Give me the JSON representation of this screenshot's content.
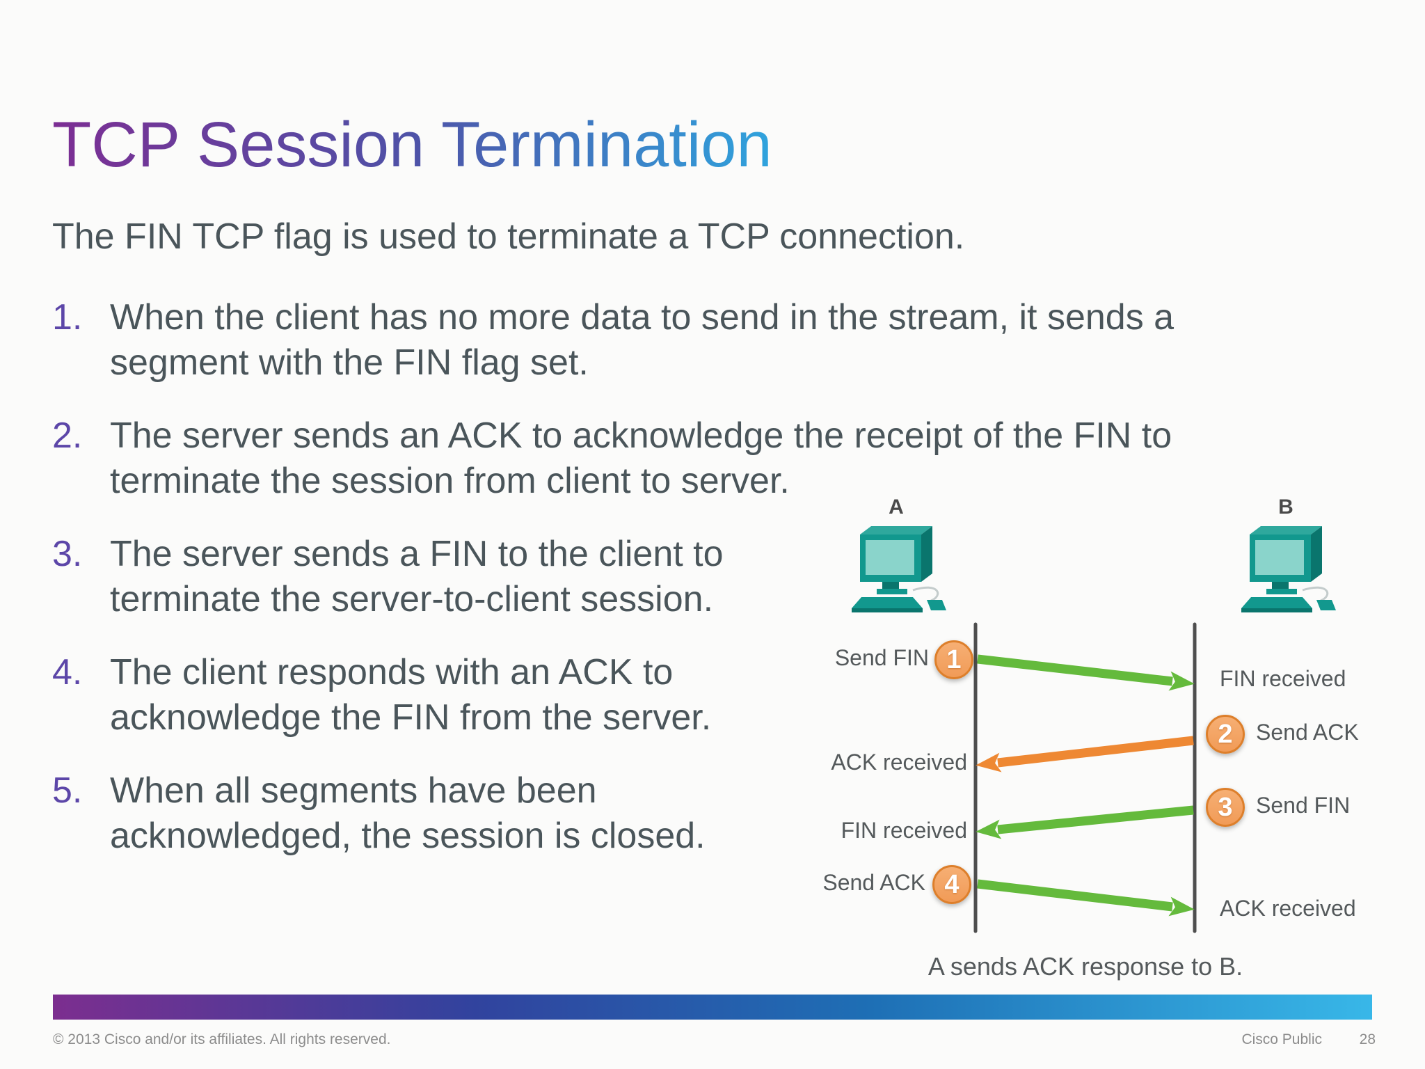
{
  "slide": {
    "title": "TCP Session Termination",
    "intro": "The FIN TCP flag is used to terminate a TCP connection.",
    "list": [
      {
        "num": "1.",
        "text": "When the client has no more data to send in the stream, it sends a\nsegment with the FIN flag set."
      },
      {
        "num": "2.",
        "text": "The server sends an ACK to acknowledge the receipt of the FIN to\nterminate the session from client to server."
      },
      {
        "num": "3.",
        "text": "The server sends a FIN to the client to\nterminate the server-to-client session."
      },
      {
        "num": "4.",
        "text": "The client responds with an ACK to\nacknowledge the FIN from the server."
      },
      {
        "num": "5.",
        "text": "When all segments have been\nacknowledged, the session is closed."
      }
    ]
  },
  "diagram": {
    "host_a": "A",
    "host_b": "B",
    "steps": [
      {
        "n": "1",
        "send_label": "Send FIN",
        "recv_label": "FIN received",
        "direction": "a-to-b",
        "arrow_color": "green"
      },
      {
        "n": "2",
        "send_label": "Send ACK",
        "recv_label": "ACK received",
        "direction": "b-to-a",
        "arrow_color": "orange"
      },
      {
        "n": "3",
        "send_label": "Send FIN",
        "recv_label": "FIN received",
        "direction": "b-to-a",
        "arrow_color": "green"
      },
      {
        "n": "4",
        "send_label": "Send ACK",
        "recv_label": "ACK received",
        "direction": "a-to-b",
        "arrow_color": "green"
      }
    ],
    "caption": "A sends ACK response to B."
  },
  "footer": {
    "copyright": "© 2013 Cisco and/or its affiliates. All rights reserved.",
    "classification": "Cisco Public",
    "page_number": "28"
  },
  "colors": {
    "slide-bg": "#FBFBFA",
    "title-grad-start": "#7C2E93",
    "title-grad-mid": "#4E52A7",
    "title-grad-end": "#2FA3DD",
    "body-text": "#4A555A",
    "list-number": "#5C46A8",
    "label-text": "#54595B",
    "lifeline": "#4E4E4E",
    "arrow-green": "#64BA3C",
    "arrow-orange": "#EE8833",
    "circle-fill": "#F19B57",
    "circle-fill-light": "#F6AF74",
    "circle-border": "#DD7F2B",
    "computer-teal": "#12988E",
    "computer-dark": "#0A756D",
    "computer-top": "#2FA89D",
    "computer-screen": "#8AD4CB",
    "bar-purple": "#7C2E8F",
    "bar-indigo": "#31439E",
    "bar-blue": "#1E6FB5",
    "bar-lightblue": "#38B7E8",
    "footer-text": "#8C8C8C"
  }
}
